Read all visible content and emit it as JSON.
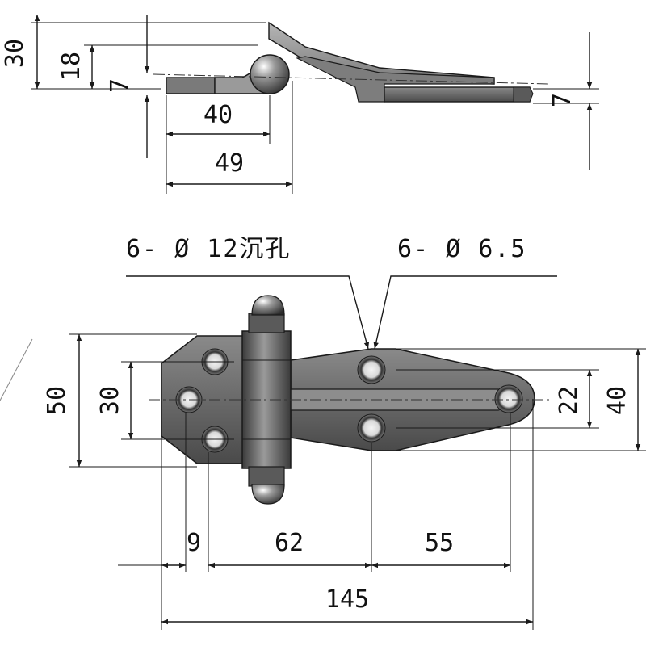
{
  "side_view": {
    "dim_height_total": "30",
    "dim_height_knuckle": "18",
    "dim_thickness_left": "7",
    "dim_thickness_right": "7",
    "dim_len_40": "40",
    "dim_len_49": "49"
  },
  "top_view": {
    "callout_counterbore": "6- Ø 12沉孔",
    "callout_hole": "6- Ø 6.5",
    "dim_width_50": "50",
    "dim_hole_spacing_30": "30",
    "dim_hole_spacing_22": "22",
    "dim_width_40": "40",
    "dim_offset_9": "9",
    "dim_len_62": "62",
    "dim_len_55": "55",
    "dim_len_145": "145"
  },
  "colors": {
    "metal": "#6f6f6f",
    "metal_dark": "#3c3c3c",
    "metal_light": "#a8a8a8",
    "line": "#1a1a1a"
  }
}
